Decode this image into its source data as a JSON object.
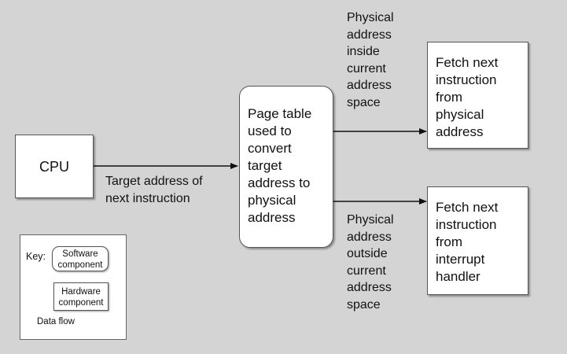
{
  "cpu": {
    "label": "CPU"
  },
  "page_table": {
    "lines": [
      "Page table",
      "used to",
      "convert",
      "target",
      "address to",
      "physical",
      "address"
    ]
  },
  "fetch_physical": {
    "lines": [
      "Fetch next",
      "instruction",
      "from",
      "physical",
      "address"
    ]
  },
  "fetch_interrupt": {
    "lines": [
      "Fetch next",
      "instruction",
      "from",
      "interrupt",
      "handler"
    ]
  },
  "edge_target": {
    "lines": [
      "Target address of",
      "next instruction"
    ]
  },
  "edge_inside": {
    "lines": [
      "Physical",
      "address",
      "inside",
      "current",
      "address",
      "space"
    ]
  },
  "edge_outside": {
    "lines": [
      "Physical",
      "address",
      "outside",
      "current",
      "address",
      "space"
    ]
  },
  "key": {
    "title": "Key:",
    "software": [
      "Software",
      "component"
    ],
    "hardware": [
      "Hardware",
      "component"
    ],
    "dataflow": "Data flow"
  }
}
